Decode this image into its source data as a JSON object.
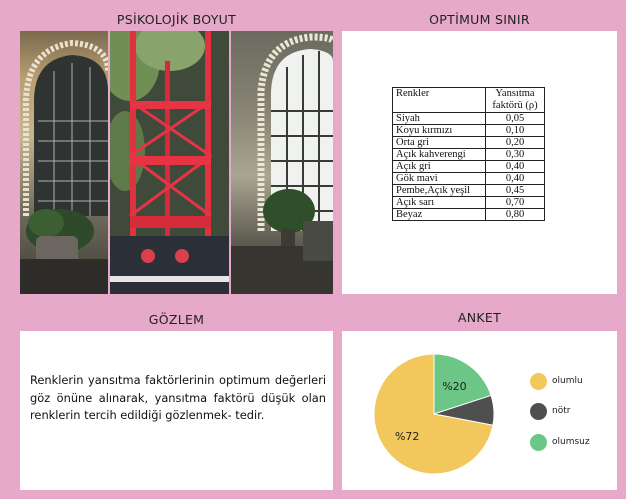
{
  "headers": {
    "psych": "PSİKOLOJİK BOYUT",
    "optimum": "OPTİMUM SINIR",
    "observation": "GÖZLEM",
    "survey": "ANKET"
  },
  "table": {
    "col1": "Renkler",
    "col2_line1": "Yansıtma",
    "col2_line2": "faktörü (ρ)",
    "rows": [
      {
        "color": "Siyah",
        "value": "0,05"
      },
      {
        "color": "Koyu kırmızı",
        "value": "0,10"
      },
      {
        "color": "Orta  gri",
        "value": "0,20"
      },
      {
        "color": "Açık kahverengi",
        "value": "0,30"
      },
      {
        "color": "Açık gri",
        "value": "0,40"
      },
      {
        "color": "Gök mavi",
        "value": "0,40"
      },
      {
        "color": "Pembe,Açık yeşil",
        "value": "0,45"
      },
      {
        "color": "Açık sarı",
        "value": "0,70"
      },
      {
        "color": "Beyaz",
        "value": "0,80"
      }
    ]
  },
  "observation_text": "Renklerin yansıtma faktörlerinin optimum değerleri göz önüne alınarak, yansıtma faktörü düşük olan renklerin tercih edildiği gözlenmek- tedir.",
  "chart_data": {
    "type": "pie",
    "categories": [
      "olumlu",
      "nötr",
      "olumsuz"
    ],
    "values": [
      72,
      8,
      20
    ],
    "colors": [
      "#f2c75b",
      "#4f4f4f",
      "#6cc685"
    ],
    "data_labels": {
      "olumlu": "%72",
      "olumsuz": "%20"
    },
    "legend_position": "right"
  }
}
